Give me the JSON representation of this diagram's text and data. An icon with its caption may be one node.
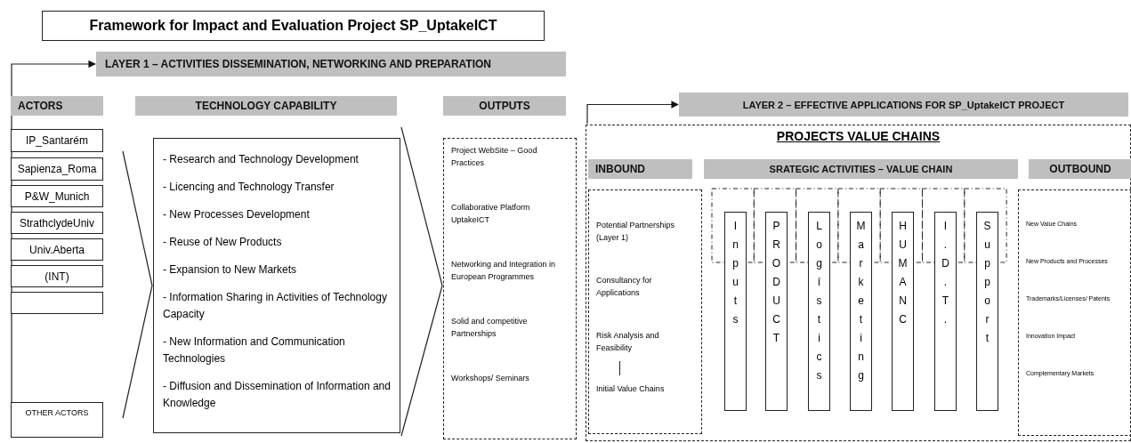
{
  "diagram": {
    "title": "Framework for Impact and Evaluation Project SP_UptakeICT",
    "nodes": [
      {
        "text": [
          "LAYER 1 – ACTIVITIES DISSEMINATION, NETWORKING AND PREPARATION"
        ]
      },
      {
        "text": [
          "ACTORS"
        ]
      },
      {
        "text": [
          "TECHNOLOGY CAPABILITY"
        ]
      },
      {
        "text": [
          "OUTPUTS"
        ]
      },
      {
        "text": [
          "LAYER 2 – EFFECTIVE APPLICATIONS FOR SP_UptakeICT PROJECT"
        ]
      },
      {
        "text": [
          "IP_Santarém"
        ]
      },
      {
        "text": [
          "Sapienza_Roma"
        ]
      },
      {
        "text": [
          "P&W_Munich"
        ]
      },
      {
        "text": [
          "StrathclydeUniv"
        ]
      },
      {
        "text": [
          "Univ.Aberta"
        ]
      },
      {
        "text": [
          "(INT)"
        ]
      },
      {
        "text": [],
        "shape": "box"
      },
      {
        "text": [
          "OTHER ACTORS"
        ]
      },
      {
        "text": [
          "- Research and Technology Development",
          "- Licencing and Technology Transfer",
          "- New Processes Development",
          "- Reuse of New Products",
          "- Expansion to New Markets",
          "- Information Sharing in Activities of Technology Capacity",
          "- New Information and Communication Technologies",
          "- Diffusion and Dissemination of Information and Knowledge"
        ]
      },
      {
        "text": [
          "Project WebSite – Good Practices",
          "Collaborative Platform UptakeICT",
          "Networking and Integration in European Programmes",
          "Solid and competitive Partnerships",
          "Workshops/ Seminars"
        ]
      },
      {
        "text": [
          "PROJECTS VALUE CHAINS"
        ]
      },
      {
        "text": [
          "INBOUND"
        ],
        "in": 15
      },
      {
        "text": [
          "SRATEGIC ACTIVITIES – VALUE CHAIN"
        ],
        "in": 15
      },
      {
        "text": [
          "OUTBOUND"
        ],
        "in": 15
      },
      {
        "text": [
          "Potential Partnerships (Layer 1)",
          "Consultancy for Applications",
          "Risk Analysis and Feasibility",
          "Initial Value Chains"
        ],
        "in": 15
      },
      {
        "text": [
          "Inputs"
        ],
        "in": 15
      },
      {
        "text": [
          "PRODUCT"
        ],
        "in": 15
      },
      {
        "text": [
          "Logístics"
        ],
        "in": 15
      },
      {
        "text": [
          "Marketing"
        ],
        "in": 15
      },
      {
        "text": [
          "HUMANC"
        ],
        "in": 15
      },
      {
        "text": [
          "I.D.T."
        ],
        "in": 15
      },
      {
        "text": [
          "Support"
        ],
        "in": 15
      },
      {
        "text": [
          "New Value Chains",
          "New Products and Processes",
          "Trademarks/Licenses/ Patents",
          "Innovation Impact",
          "Complementary Markets"
        ],
        "in": 15
      }
    ],
    "edges": [
      {
        "from": 12,
        "to": 0,
        "arrow": "to"
      },
      {
        "from": null,
        "to": 13,
        "arrow": "none"
      },
      {
        "from": 13,
        "to": 14,
        "arrow": "none"
      },
      {
        "from": 15,
        "to": 4,
        "arrow": "to"
      }
    ]
  }
}
